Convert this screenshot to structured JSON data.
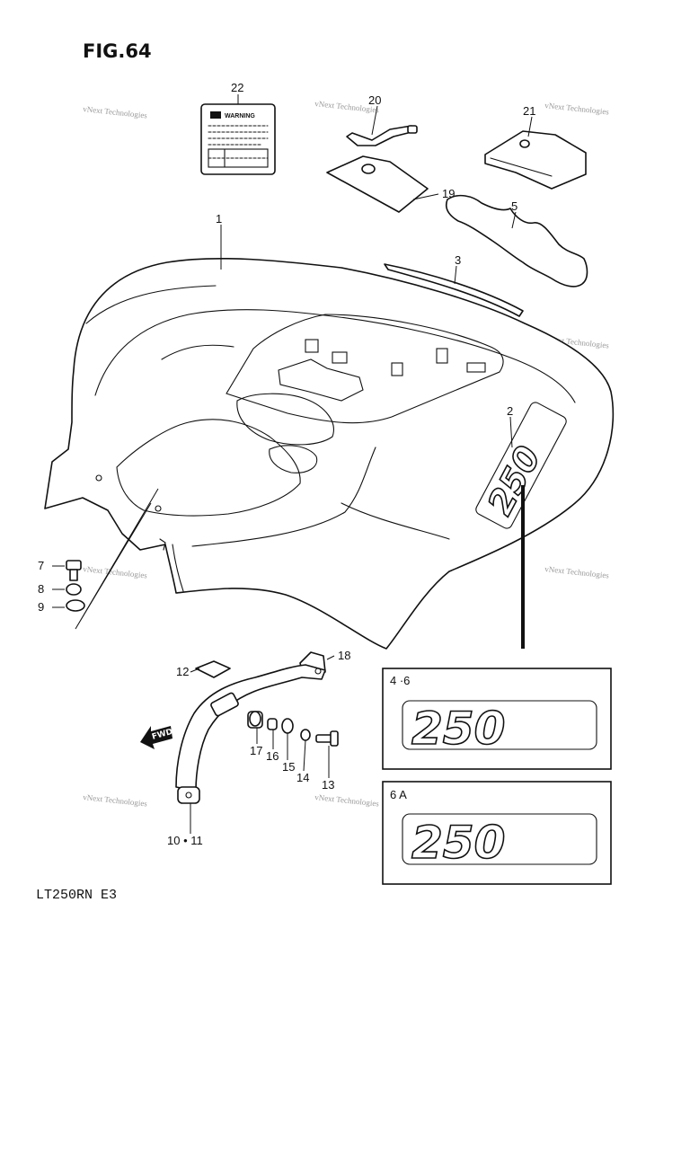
{
  "figure": {
    "title": "FIG.64",
    "model_code": "LT250RN  E3"
  },
  "watermark": {
    "text": "vNext Technologies"
  },
  "callouts": [
    {
      "id": "1",
      "label": "1"
    },
    {
      "id": "2",
      "label": "2"
    },
    {
      "id": "3",
      "label": "3"
    },
    {
      "id": "5",
      "label": "5"
    },
    {
      "id": "7",
      "label": "7"
    },
    {
      "id": "8",
      "label": "8"
    },
    {
      "id": "9",
      "label": "9"
    },
    {
      "id": "10-11",
      "label": "10 • 11"
    },
    {
      "id": "12",
      "label": "12"
    },
    {
      "id": "13",
      "label": "13"
    },
    {
      "id": "14",
      "label": "14"
    },
    {
      "id": "15",
      "label": "15"
    },
    {
      "id": "16",
      "label": "16"
    },
    {
      "id": "17",
      "label": "17"
    },
    {
      "id": "18",
      "label": "18"
    },
    {
      "id": "19",
      "label": "19"
    },
    {
      "id": "20",
      "label": "20"
    },
    {
      "id": "21",
      "label": "21"
    },
    {
      "id": "22",
      "label": "22"
    }
  ],
  "warning_label": {
    "heading": "WARNING"
  },
  "fwd_arrow": {
    "text": "FWD"
  },
  "emblem_boxes": [
    {
      "variant": "4 ·6",
      "emblem_text": "250"
    },
    {
      "variant": "6 A",
      "emblem_text": "250"
    }
  ]
}
